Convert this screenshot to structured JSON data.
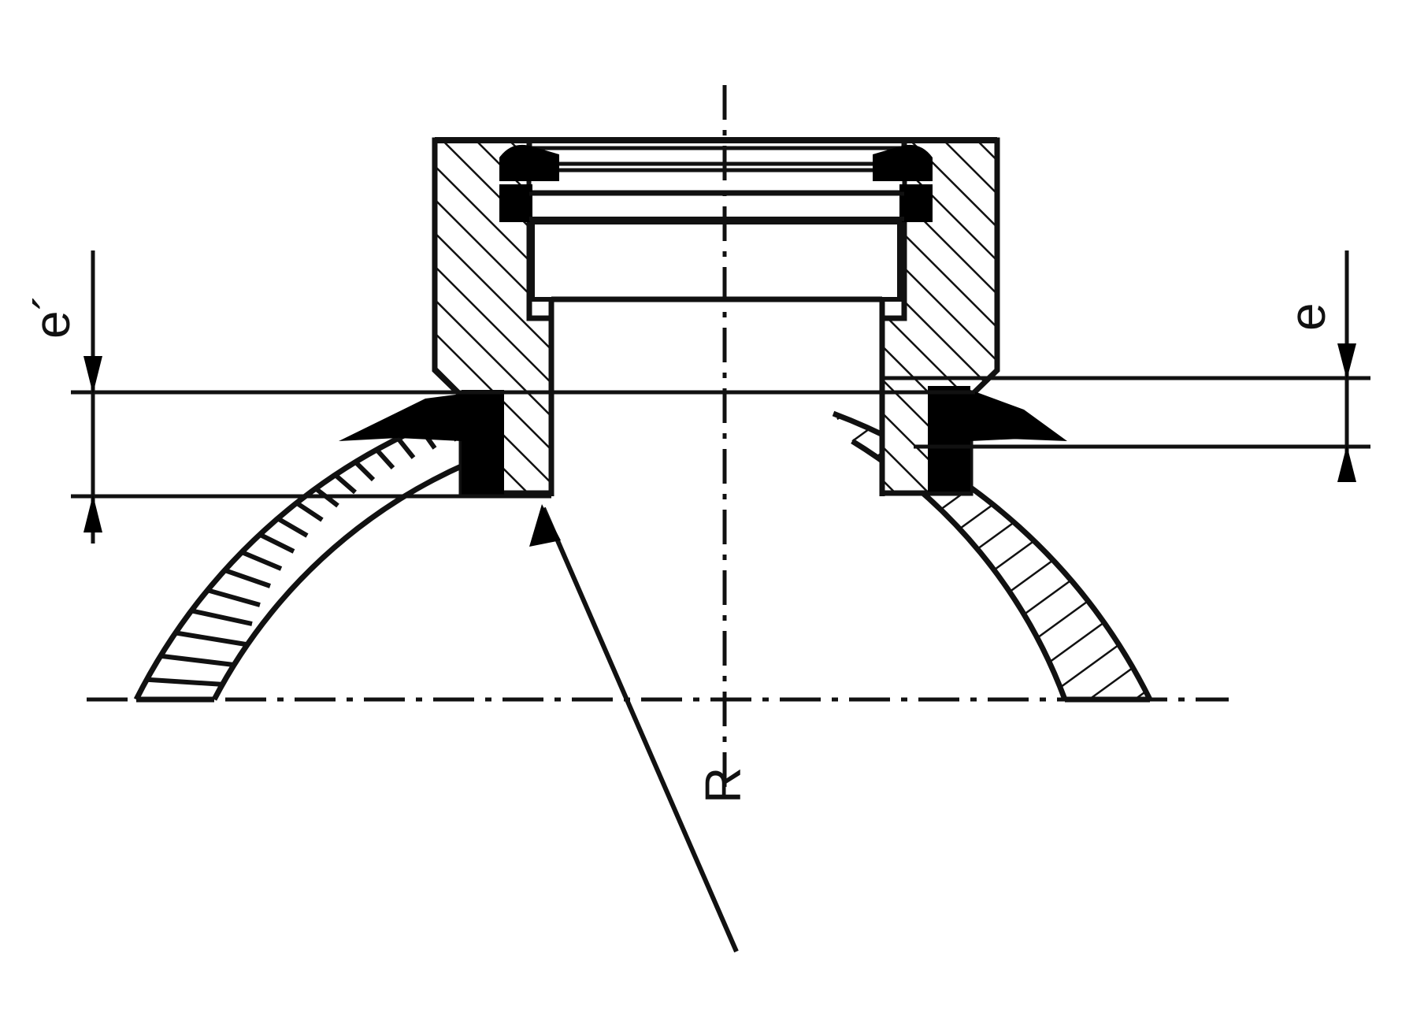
{
  "drawing": {
    "title": "Nozzle-to-dished-head weld detail (sectional view)",
    "type": "engineering-section-drawing",
    "background_color": "#ffffff",
    "line_color": "#111111",
    "weld_fill_color": "#000000"
  },
  "labels": {
    "thickness_left": "e´",
    "thickness_right": "e",
    "radius": "R"
  },
  "annotations": {
    "left_dimension_name": "e-prime-dimension",
    "right_dimension_name": "e-dimension",
    "radius_leader_name": "radius-leader"
  },
  "components": {
    "flange_ring": "flange-ring",
    "gasket_stack": "gasket-stack",
    "nozzle_neck": "nozzle-neck",
    "dished_head_left": "dished-head-left",
    "dished_head_right": "dished-head-right",
    "weld_left": "weld-fillet-left",
    "weld_right": "weld-fillet-right",
    "axis": "vertical-centerline",
    "base_axis": "horizontal-centerline"
  }
}
